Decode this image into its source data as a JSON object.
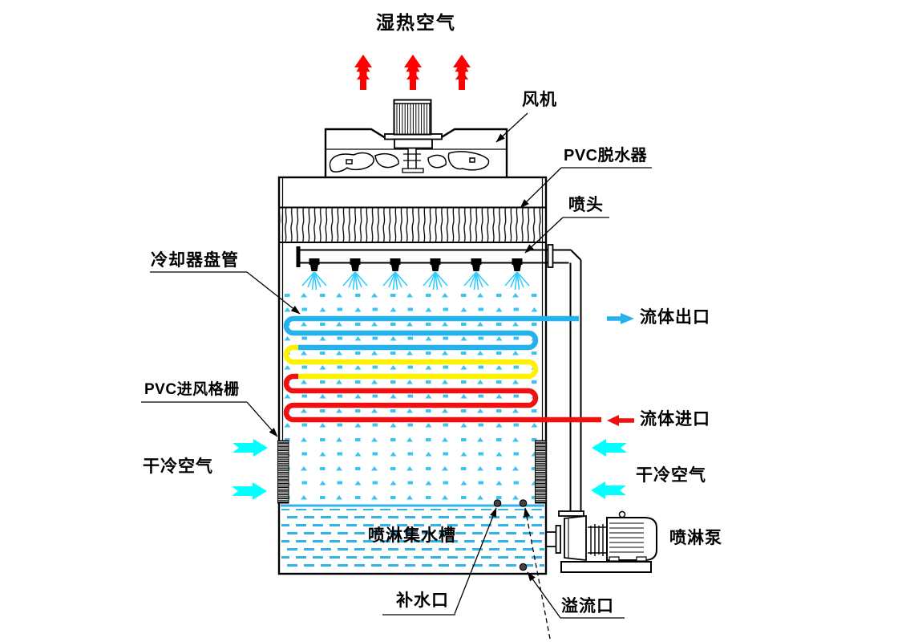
{
  "diagram_title": "closed-circuit-cooling-tower-schematic",
  "labels": {
    "hot_humid_air": "湿热空气",
    "fan": "风机",
    "pvc_drift_eliminator": "PVC脱水器",
    "spray_nozzle": "喷头",
    "cooler_coil": "冷却器盘管",
    "fluid_outlet": "流体出口",
    "pvc_inlet_louver": "PVC进风格栅",
    "fluid_inlet": "流体进口",
    "dry_cold_air_left": "干冷空气",
    "dry_cold_air_right": "干冷空气",
    "spray_collection_basin": "喷淋集水槽",
    "spray_pump": "喷淋泵",
    "makeup_water_port": "补水口",
    "overflow_port": "溢流口"
  },
  "colors": {
    "line": "#000000",
    "hot_air_arrow": "#ff0000",
    "cold_air_arrow": "#00ffff",
    "coil_cold_section": "#25b1ec",
    "coil_mid_section": "#fff200",
    "coil_hot_section": "#ee1111",
    "spray_water": "#33ccff",
    "basin_water": "#2fb3e8",
    "droplets": "#3cc3f2"
  }
}
